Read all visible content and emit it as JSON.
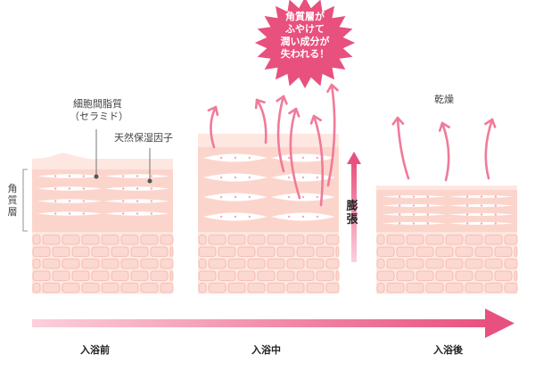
{
  "labels": {
    "intercellular_lipid": "細胞間脂質",
    "ceramide": "（セラミド）",
    "nmf": "天然保湿因子",
    "stratum_corneum": "角質層",
    "swelling": "膨張",
    "drying": "乾燥"
  },
  "callout": {
    "line1": "角質層が",
    "line2": "ふやけて",
    "line3": "潤い成分が",
    "line4": "失われる！"
  },
  "stages": {
    "before": "入浴前",
    "during": "入浴中",
    "after": "入浴後"
  },
  "colors": {
    "arrow_pink": "#f07a9a",
    "burst_pink": "#e8507e",
    "skin_light": "#fde5dd",
    "cell_fill": "#fbd8d1",
    "cell_stroke": "#f5b5aa"
  }
}
